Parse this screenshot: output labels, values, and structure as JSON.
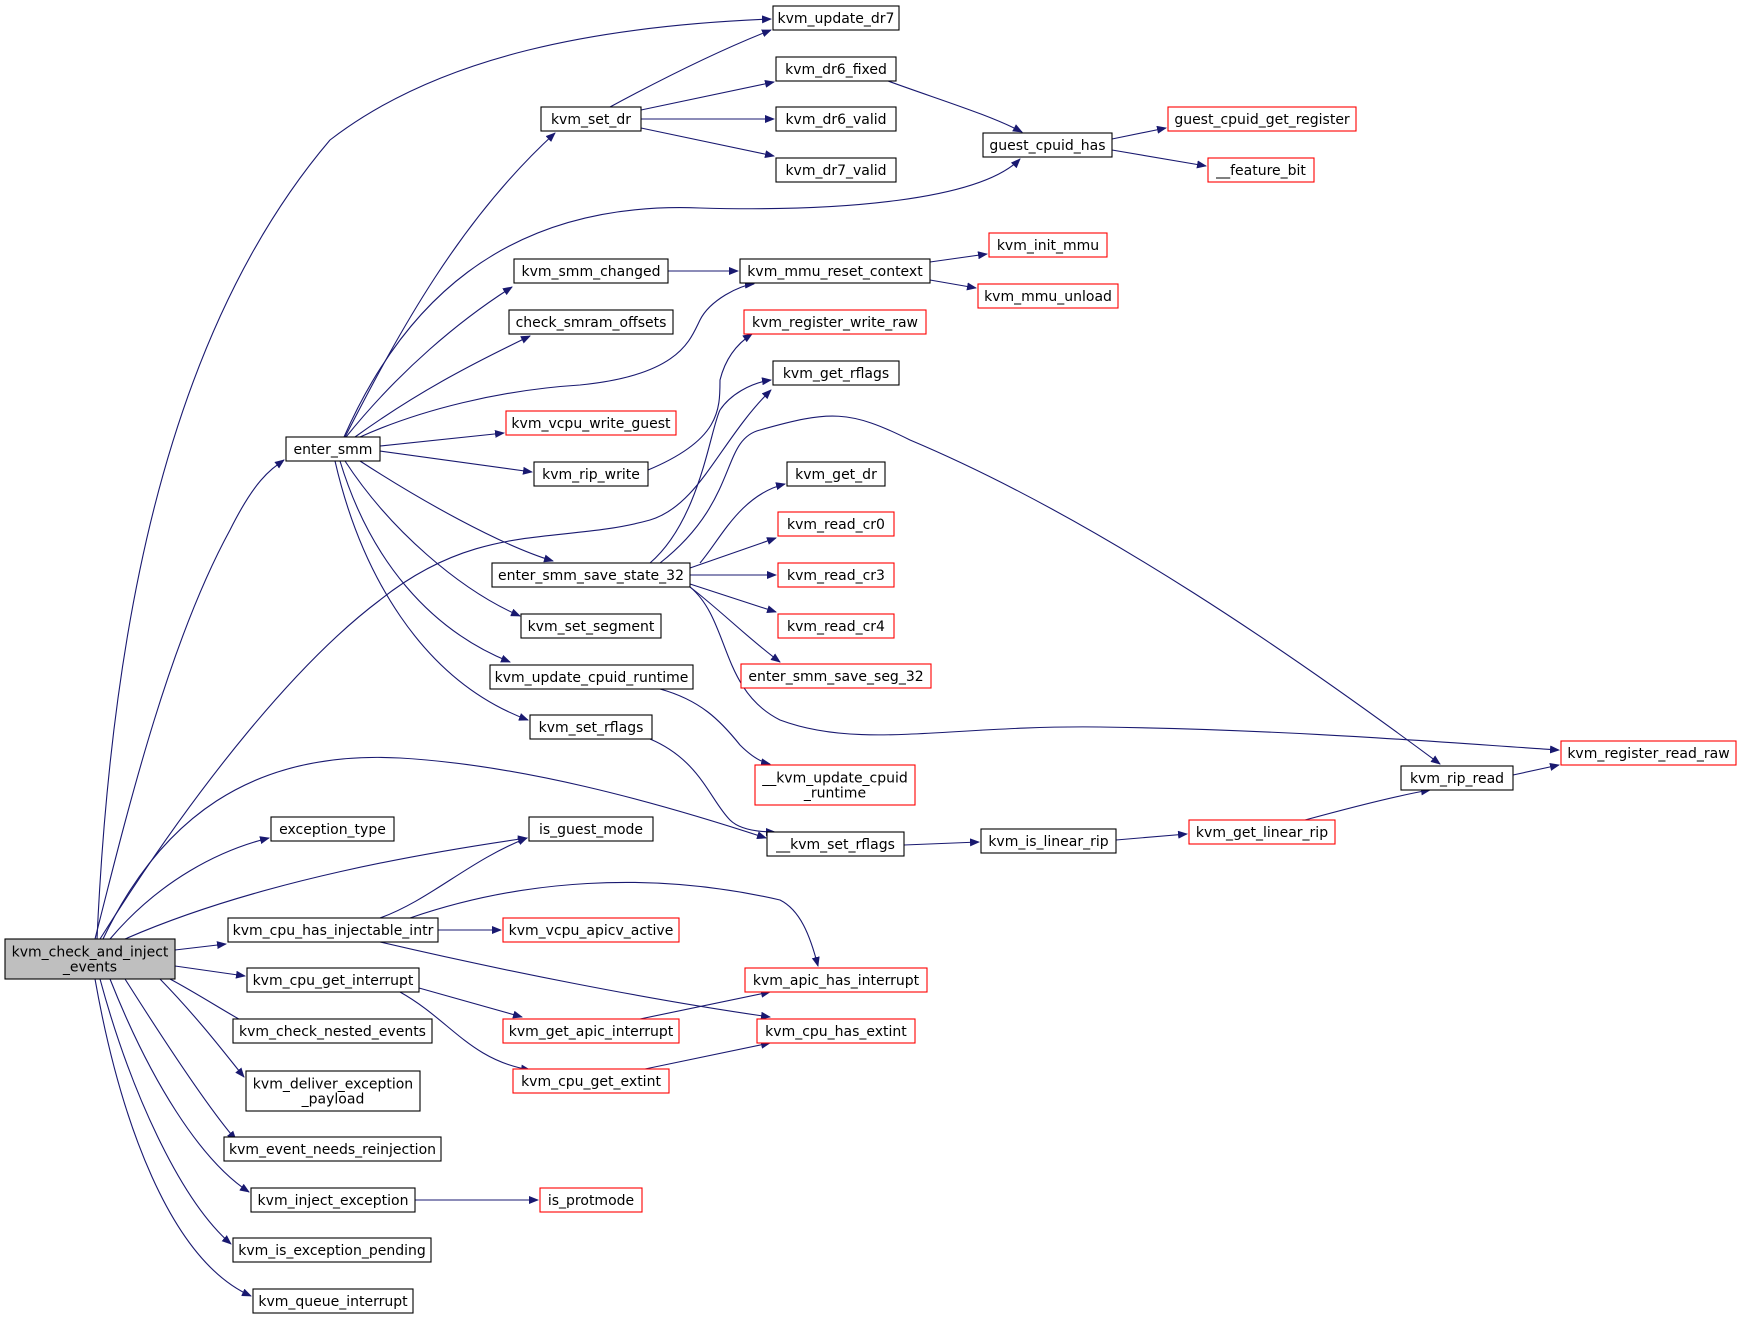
{
  "graph": {
    "root": "kvm_check_and_inject_events",
    "nodes": [
      {
        "id": "root",
        "lines": [
          "kvm_check_and_inject",
          "_events"
        ],
        "style": "root"
      },
      {
        "id": "enter_smm",
        "lines": [
          "enter_smm"
        ],
        "style": "normal"
      },
      {
        "id": "exception_type",
        "lines": [
          "exception_type"
        ],
        "style": "normal"
      },
      {
        "id": "kvm_cpu_has_injectable_intr",
        "lines": [
          "kvm_cpu_has_injectable_intr"
        ],
        "style": "normal"
      },
      {
        "id": "kvm_cpu_get_interrupt",
        "lines": [
          "kvm_cpu_get_interrupt"
        ],
        "style": "normal"
      },
      {
        "id": "kvm_check_nested_events",
        "lines": [
          "kvm_check_nested_events"
        ],
        "style": "normal"
      },
      {
        "id": "kvm_deliver_exception_payload",
        "lines": [
          "kvm_deliver_exception",
          "_payload"
        ],
        "style": "normal"
      },
      {
        "id": "kvm_event_needs_reinjection",
        "lines": [
          "kvm_event_needs_reinjection"
        ],
        "style": "normal"
      },
      {
        "id": "kvm_inject_exception",
        "lines": [
          "kvm_inject_exception"
        ],
        "style": "normal"
      },
      {
        "id": "kvm_is_exception_pending",
        "lines": [
          "kvm_is_exception_pending"
        ],
        "style": "normal"
      },
      {
        "id": "kvm_queue_interrupt",
        "lines": [
          "kvm_queue_interrupt"
        ],
        "style": "normal"
      },
      {
        "id": "kvm_set_dr",
        "lines": [
          "kvm_set_dr"
        ],
        "style": "normal"
      },
      {
        "id": "kvm_smm_changed",
        "lines": [
          "kvm_smm_changed"
        ],
        "style": "normal"
      },
      {
        "id": "check_smram_offsets",
        "lines": [
          "check_smram_offsets"
        ],
        "style": "normal"
      },
      {
        "id": "kvm_vcpu_write_guest",
        "lines": [
          "kvm_vcpu_write_guest"
        ],
        "style": "external"
      },
      {
        "id": "kvm_rip_write",
        "lines": [
          "kvm_rip_write"
        ],
        "style": "normal"
      },
      {
        "id": "enter_smm_save_state_32",
        "lines": [
          "enter_smm_save_state_32"
        ],
        "style": "normal"
      },
      {
        "id": "kvm_set_segment",
        "lines": [
          "kvm_set_segment"
        ],
        "style": "normal"
      },
      {
        "id": "kvm_update_cpuid_runtime",
        "lines": [
          "kvm_update_cpuid_runtime"
        ],
        "style": "normal"
      },
      {
        "id": "kvm_set_rflags",
        "lines": [
          "kvm_set_rflags"
        ],
        "style": "normal"
      },
      {
        "id": "is_guest_mode",
        "lines": [
          "is_guest_mode"
        ],
        "style": "normal"
      },
      {
        "id": "kvm_vcpu_apicv_active",
        "lines": [
          "kvm_vcpu_apicv_active"
        ],
        "style": "external"
      },
      {
        "id": "kvm_get_apic_interrupt",
        "lines": [
          "kvm_get_apic_interrupt"
        ],
        "style": "external"
      },
      {
        "id": "kvm_cpu_get_extint",
        "lines": [
          "kvm_cpu_get_extint"
        ],
        "style": "external"
      },
      {
        "id": "is_protmode",
        "lines": [
          "is_protmode"
        ],
        "style": "external"
      },
      {
        "id": "kvm_update_dr7",
        "lines": [
          "kvm_update_dr7"
        ],
        "style": "normal"
      },
      {
        "id": "kvm_dr6_fixed",
        "lines": [
          "kvm_dr6_fixed"
        ],
        "style": "normal"
      },
      {
        "id": "kvm_dr6_valid",
        "lines": [
          "kvm_dr6_valid"
        ],
        "style": "normal"
      },
      {
        "id": "kvm_dr7_valid",
        "lines": [
          "kvm_dr7_valid"
        ],
        "style": "normal"
      },
      {
        "id": "kvm_mmu_reset_context",
        "lines": [
          "kvm_mmu_reset_context"
        ],
        "style": "normal"
      },
      {
        "id": "kvm_register_write_raw",
        "lines": [
          "kvm_register_write_raw"
        ],
        "style": "external"
      },
      {
        "id": "kvm_get_rflags",
        "lines": [
          "kvm_get_rflags"
        ],
        "style": "normal"
      },
      {
        "id": "kvm_get_dr",
        "lines": [
          "kvm_get_dr"
        ],
        "style": "normal"
      },
      {
        "id": "kvm_read_cr0",
        "lines": [
          "kvm_read_cr0"
        ],
        "style": "external"
      },
      {
        "id": "kvm_read_cr3",
        "lines": [
          "kvm_read_cr3"
        ],
        "style": "external"
      },
      {
        "id": "kvm_read_cr4",
        "lines": [
          "kvm_read_cr4"
        ],
        "style": "external"
      },
      {
        "id": "enter_smm_save_seg_32",
        "lines": [
          "enter_smm_save_seg_32"
        ],
        "style": "external"
      },
      {
        "id": "__kvm_update_cpuid_runtime",
        "lines": [
          "__kvm_update_cpuid",
          "_runtime"
        ],
        "style": "external"
      },
      {
        "id": "__kvm_set_rflags",
        "lines": [
          "__kvm_set_rflags"
        ],
        "style": "normal"
      },
      {
        "id": "kvm_apic_has_interrupt",
        "lines": [
          "kvm_apic_has_interrupt"
        ],
        "style": "external"
      },
      {
        "id": "kvm_cpu_has_extint",
        "lines": [
          "kvm_cpu_has_extint"
        ],
        "style": "external"
      },
      {
        "id": "guest_cpuid_has",
        "lines": [
          "guest_cpuid_has"
        ],
        "style": "normal"
      },
      {
        "id": "kvm_init_mmu",
        "lines": [
          "kvm_init_mmu"
        ],
        "style": "external"
      },
      {
        "id": "kvm_mmu_unload",
        "lines": [
          "kvm_mmu_unload"
        ],
        "style": "external"
      },
      {
        "id": "kvm_is_linear_rip",
        "lines": [
          "kvm_is_linear_rip"
        ],
        "style": "normal"
      },
      {
        "id": "guest_cpuid_get_register",
        "lines": [
          "guest_cpuid_get_register"
        ],
        "style": "external"
      },
      {
        "id": "__feature_bit",
        "lines": [
          "__feature_bit"
        ],
        "style": "external"
      },
      {
        "id": "kvm_get_linear_rip",
        "lines": [
          "kvm_get_linear_rip"
        ],
        "style": "external"
      },
      {
        "id": "kvm_rip_read",
        "lines": [
          "kvm_rip_read"
        ],
        "style": "normal"
      },
      {
        "id": "kvm_register_read_raw",
        "lines": [
          "kvm_register_read_raw"
        ],
        "style": "external"
      }
    ],
    "edges": [
      [
        "root",
        "enter_smm"
      ],
      [
        "root",
        "exception_type"
      ],
      [
        "root",
        "kvm_cpu_has_injectable_intr"
      ],
      [
        "root",
        "kvm_cpu_get_interrupt"
      ],
      [
        "root",
        "kvm_check_nested_events"
      ],
      [
        "root",
        "kvm_deliver_exception_payload"
      ],
      [
        "root",
        "kvm_event_needs_reinjection"
      ],
      [
        "root",
        "kvm_inject_exception"
      ],
      [
        "root",
        "kvm_is_exception_pending"
      ],
      [
        "root",
        "kvm_queue_interrupt"
      ],
      [
        "root",
        "kvm_update_dr7"
      ],
      [
        "root",
        "kvm_get_rflags"
      ],
      [
        "root",
        "__kvm_set_rflags"
      ],
      [
        "root",
        "is_guest_mode"
      ],
      [
        "enter_smm",
        "kvm_set_dr"
      ],
      [
        "enter_smm",
        "guest_cpuid_has"
      ],
      [
        "enter_smm",
        "kvm_smm_changed"
      ],
      [
        "enter_smm",
        "check_smram_offsets"
      ],
      [
        "enter_smm",
        "kvm_mmu_reset_context"
      ],
      [
        "enter_smm",
        "kvm_vcpu_write_guest"
      ],
      [
        "enter_smm",
        "kvm_rip_write"
      ],
      [
        "enter_smm",
        "enter_smm_save_state_32"
      ],
      [
        "enter_smm",
        "kvm_set_segment"
      ],
      [
        "enter_smm",
        "kvm_update_cpuid_runtime"
      ],
      [
        "enter_smm",
        "kvm_set_rflags"
      ],
      [
        "kvm_set_dr",
        "kvm_update_dr7"
      ],
      [
        "kvm_set_dr",
        "kvm_dr6_fixed"
      ],
      [
        "kvm_set_dr",
        "kvm_dr6_valid"
      ],
      [
        "kvm_set_dr",
        "kvm_dr7_valid"
      ],
      [
        "kvm_dr6_fixed",
        "guest_cpuid_has"
      ],
      [
        "guest_cpuid_has",
        "guest_cpuid_get_register"
      ],
      [
        "guest_cpuid_has",
        "__feature_bit"
      ],
      [
        "kvm_smm_changed",
        "kvm_mmu_reset_context"
      ],
      [
        "kvm_mmu_reset_context",
        "kvm_init_mmu"
      ],
      [
        "kvm_mmu_reset_context",
        "kvm_mmu_unload"
      ],
      [
        "kvm_rip_write",
        "kvm_register_write_raw"
      ],
      [
        "enter_smm_save_state_32",
        "kvm_get_rflags"
      ],
      [
        "enter_smm_save_state_32",
        "kvm_get_dr"
      ],
      [
        "enter_smm_save_state_32",
        "kvm_read_cr0"
      ],
      [
        "enter_smm_save_state_32",
        "kvm_read_cr3"
      ],
      [
        "enter_smm_save_state_32",
        "kvm_read_cr4"
      ],
      [
        "enter_smm_save_state_32",
        "enter_smm_save_seg_32"
      ],
      [
        "enter_smm_save_state_32",
        "kvm_rip_read"
      ],
      [
        "enter_smm_save_state_32",
        "kvm_register_read_raw"
      ],
      [
        "kvm_update_cpuid_runtime",
        "__kvm_update_cpuid_runtime"
      ],
      [
        "kvm_set_rflags",
        "__kvm_set_rflags"
      ],
      [
        "__kvm_set_rflags",
        "kvm_is_linear_rip"
      ],
      [
        "kvm_is_linear_rip",
        "kvm_get_linear_rip"
      ],
      [
        "kvm_get_linear_rip",
        "kvm_rip_read"
      ],
      [
        "kvm_rip_read",
        "kvm_register_read_raw"
      ],
      [
        "kvm_cpu_has_injectable_intr",
        "is_guest_mode"
      ],
      [
        "kvm_cpu_has_injectable_intr",
        "kvm_vcpu_apicv_active"
      ],
      [
        "kvm_cpu_has_injectable_intr",
        "kvm_apic_has_interrupt"
      ],
      [
        "kvm_cpu_has_injectable_intr",
        "kvm_cpu_has_extint"
      ],
      [
        "kvm_cpu_get_interrupt",
        "kvm_get_apic_interrupt"
      ],
      [
        "kvm_cpu_get_interrupt",
        "kvm_cpu_get_extint"
      ],
      [
        "kvm_get_apic_interrupt",
        "kvm_apic_has_interrupt"
      ],
      [
        "kvm_cpu_get_extint",
        "kvm_cpu_has_extint"
      ],
      [
        "kvm_inject_exception",
        "is_protmode"
      ]
    ]
  }
}
